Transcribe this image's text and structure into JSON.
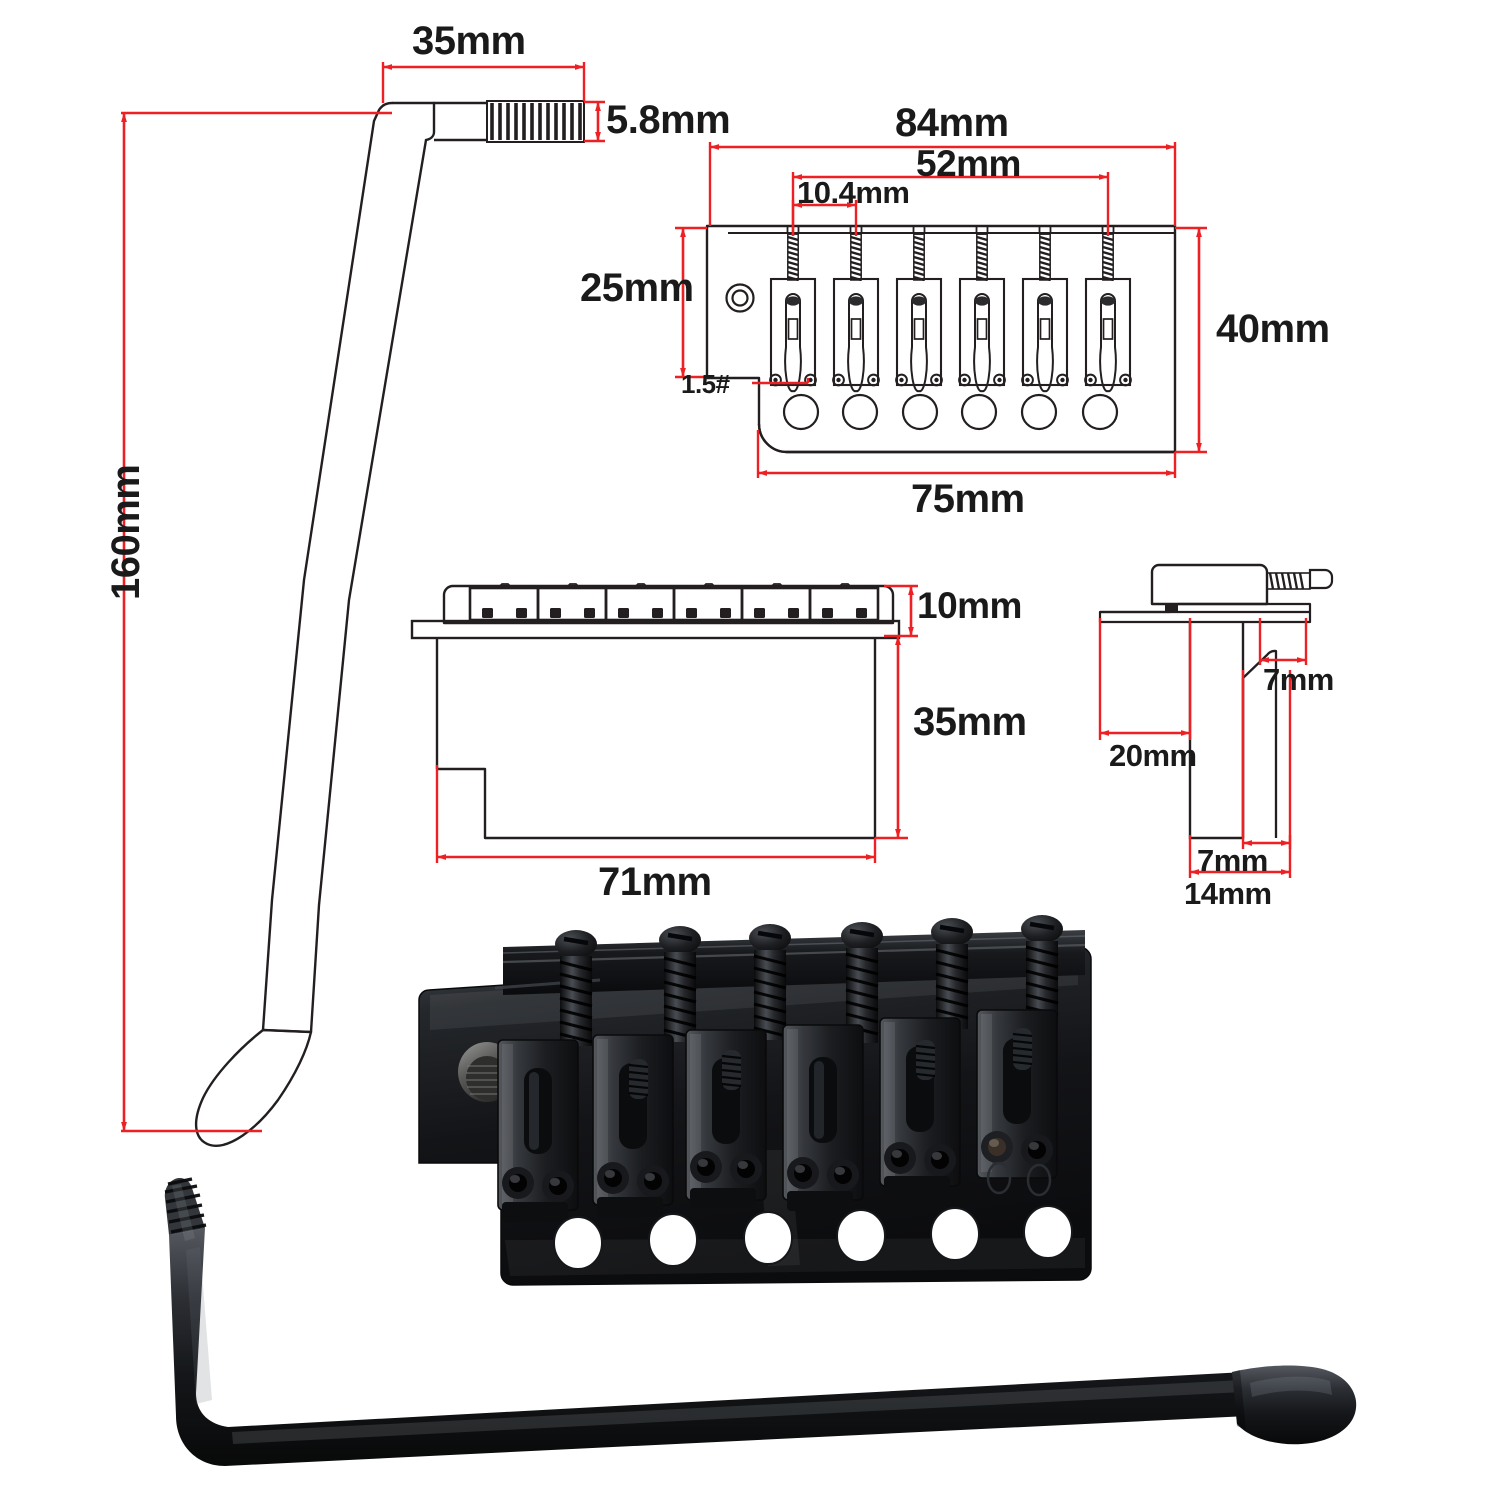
{
  "page": {
    "title": "Guitar Tremolo Bridge Dimension Drawing",
    "background": "#ffffff",
    "dimension_line_color": "#ED2024",
    "outline_color": "#231f20",
    "text_color": "#1a1a1a",
    "hardware_color": "#1c1c1e"
  },
  "arm_drawing": {
    "name": "tremolo-arm-outline-drawing",
    "labels": {
      "length": "160mm",
      "thread_length": "35mm",
      "thread_diameter": "5.8mm"
    }
  },
  "top_view": {
    "name": "bridge-top-view-drawing",
    "labels": {
      "overall_width": "84mm",
      "string_span": "52mm",
      "string_spacing": "10.4mm",
      "plate_depth": "25mm",
      "overall_depth": "40mm",
      "baseplate_width": "75mm",
      "screw_note": "1.5#"
    },
    "saddle_count": 6,
    "string_hole_count": 6
  },
  "side_view": {
    "name": "bridge-side-view-drawing",
    "labels": {
      "saddle_height": "10mm",
      "block_height": "35mm",
      "block_width": "71mm"
    },
    "saddle_count": 6
  },
  "end_view": {
    "name": "bridge-end-view-drawing",
    "labels": {
      "plate_to_block": "20mm",
      "block_offset": "7mm",
      "block_thickness_inner": "7mm",
      "block_thickness_outer": "14mm"
    }
  },
  "product_photo_bridge": {
    "name": "black-tremolo-bridge-photo",
    "finish": "black",
    "saddle_count": 6,
    "spring_screw_count": 6,
    "string_hole_count": 6
  },
  "product_photo_arm": {
    "name": "black-tremolo-arm-photo",
    "finish": "black",
    "has_tip_cap": true,
    "has_knurled_thread": true
  }
}
